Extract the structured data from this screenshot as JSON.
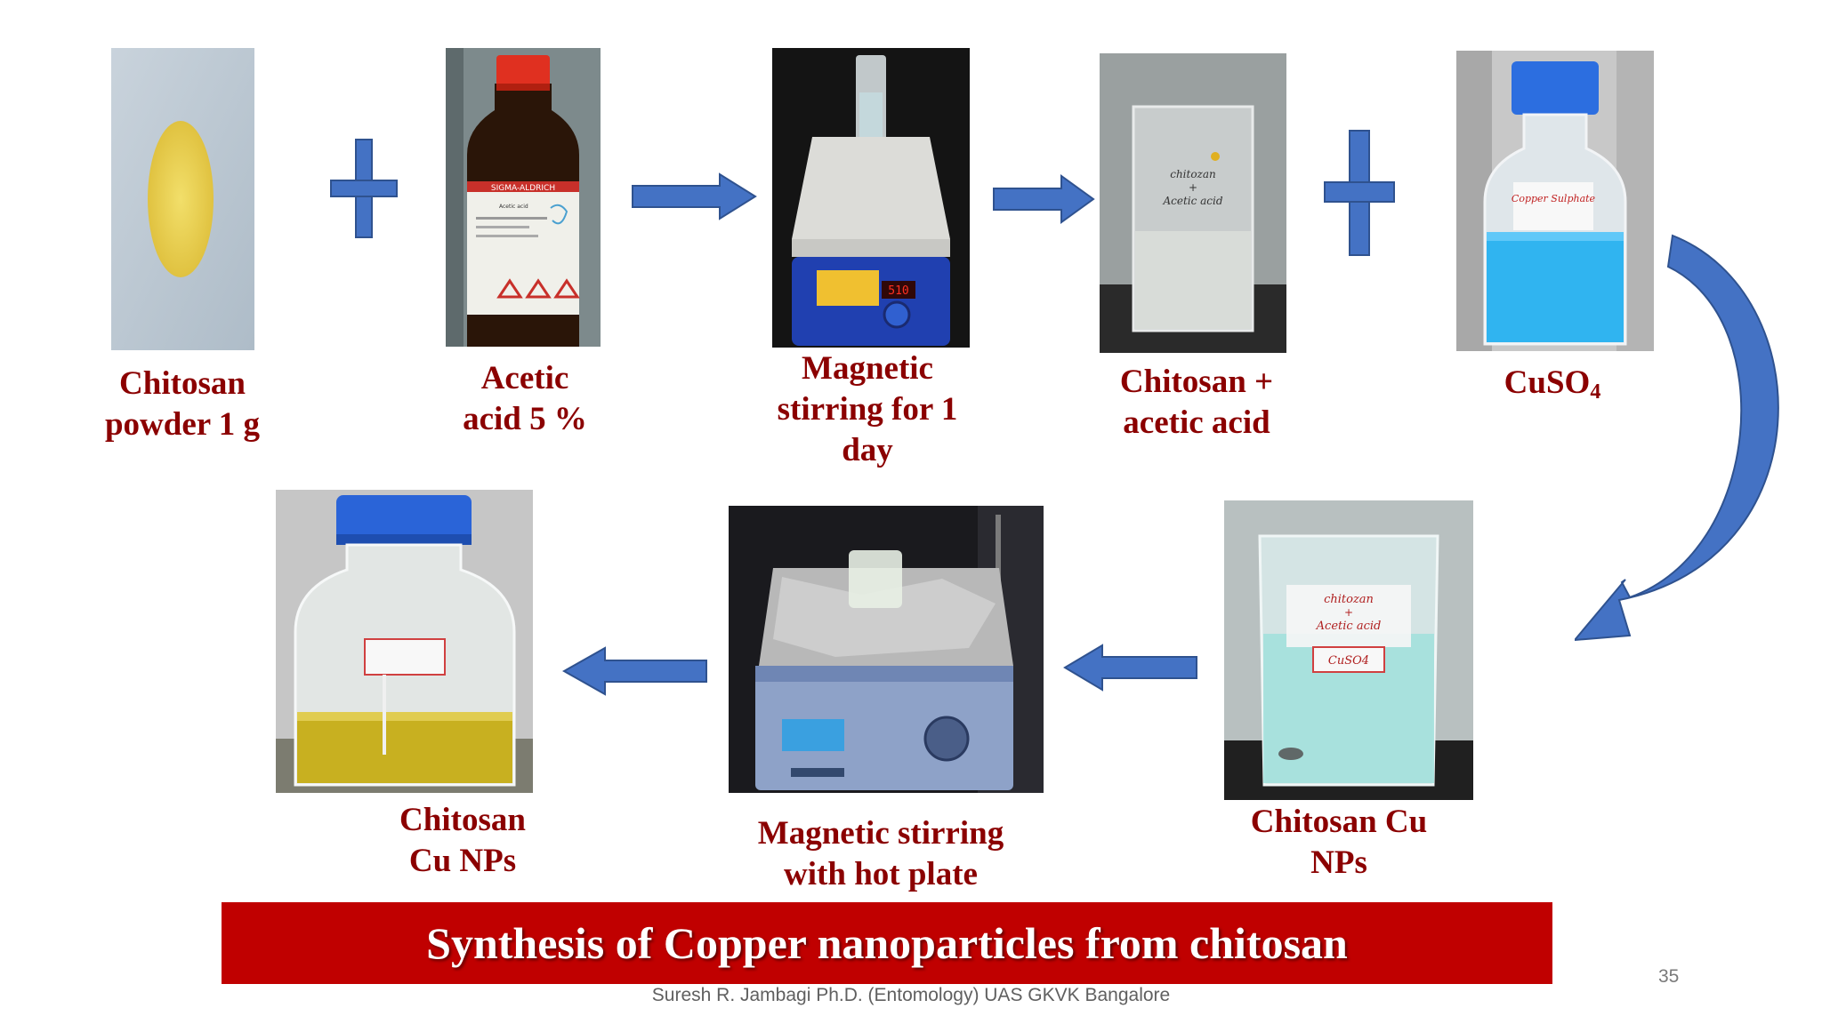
{
  "colors": {
    "label": "#8b0000",
    "banner": "#c00000",
    "arrow": "#4472c4"
  },
  "steps": [
    {
      "line1": "Chitosan",
      "line2": "powder 1 g",
      "line3": ""
    },
    {
      "line1": "Acetic",
      "line2": "acid 5 %",
      "line3": ""
    },
    {
      "line1": "Magnetic",
      "line2": "stirring for 1",
      "line3": "day"
    },
    {
      "line1": "Chitosan +",
      "line2": "acetic acid",
      "line3": ""
    },
    {
      "line1": "CuSO",
      "line2": "",
      "line3": "",
      "subscript": "4"
    },
    {
      "line1": "Chitosan Cu",
      "line2": "NPs",
      "line3": ""
    },
    {
      "line1": "Magnetic stirring",
      "line2": "with hot plate",
      "line3": ""
    },
    {
      "line1": "Chitosan",
      "line2": "Cu NPs",
      "line3": ""
    }
  ],
  "photo_text": {
    "bottle_brand": "SIGMA-ALDRICH",
    "bottle_label": "Acetic acid",
    "beaker_label_top": "chitozan",
    "beaker_label_plus": "+",
    "beaker_label_bottom": "Acetic acid",
    "beaker_label_cuso4": "CuSO4",
    "cuso4_bottle_label": "Copper Sulphate",
    "stirrer_display": "510"
  },
  "banner": {
    "title": "Synthesis of Copper nanoparticles from chitosan"
  },
  "footer": {
    "credit": "Suresh R. Jambagi Ph.D. (Entomology) UAS GKVK Bangalore",
    "page_number": "35"
  }
}
